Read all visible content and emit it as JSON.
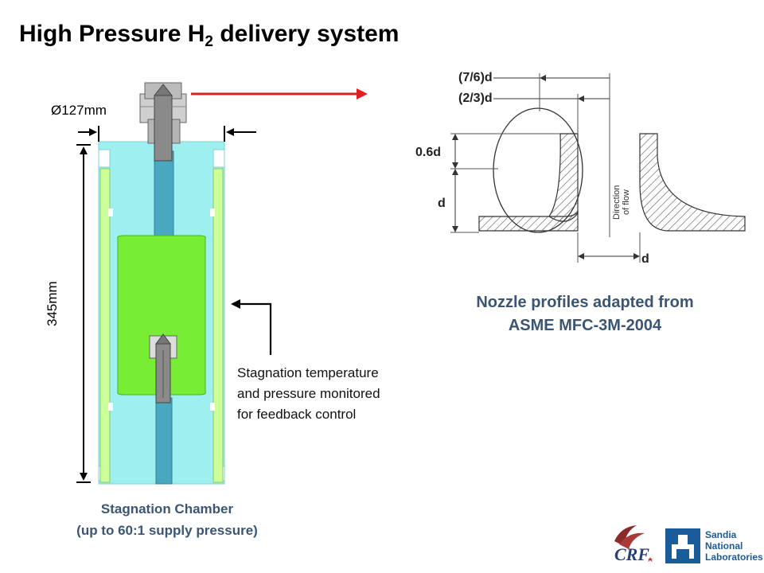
{
  "header": {
    "title_pre": "High Pressure H",
    "title_sub": "2",
    "title_post": " delivery system"
  },
  "chamber": {
    "diameter_label": "Ø127mm",
    "length_label": "345mm",
    "caption_line1": "Stagnation Chamber",
    "caption_line2": "(up to 60:1 supply pressure)"
  },
  "annotation": {
    "line1": "Stagnation temperature",
    "line2": "and pressure monitored",
    "line3": "for feedback control"
  },
  "nozzle": {
    "label_76d": "(7/6)d",
    "label_23d": "(2/3)d",
    "label_06d": "0.6d",
    "label_d_left": "d",
    "label_d_bottom": "d",
    "flow_line1": "Direction",
    "flow_line2": "of flow",
    "caption_line1": "Nozzle profiles adapted from",
    "caption_line2": "ASME MFC-3M-2004"
  },
  "logos": {
    "crf": "CRF",
    "sandia_line1": "Sandia",
    "sandia_line2": "National",
    "sandia_line3": "Laboratories"
  },
  "colors": {
    "chamber_body": "#9ef0f0",
    "chamber_outline": "#7fd0d6",
    "green_section": "#77ee33",
    "sleeve": "#ccff99",
    "arrow_red": "#e02020",
    "caption": "#3b5572",
    "sandia_blue": "#1a5b9a"
  },
  "icons": [
    "red-arrow-icon",
    "dimension-arrow-icon",
    "callout-arrow-icon",
    "crf-logo-icon",
    "sandia-logo-icon"
  ]
}
